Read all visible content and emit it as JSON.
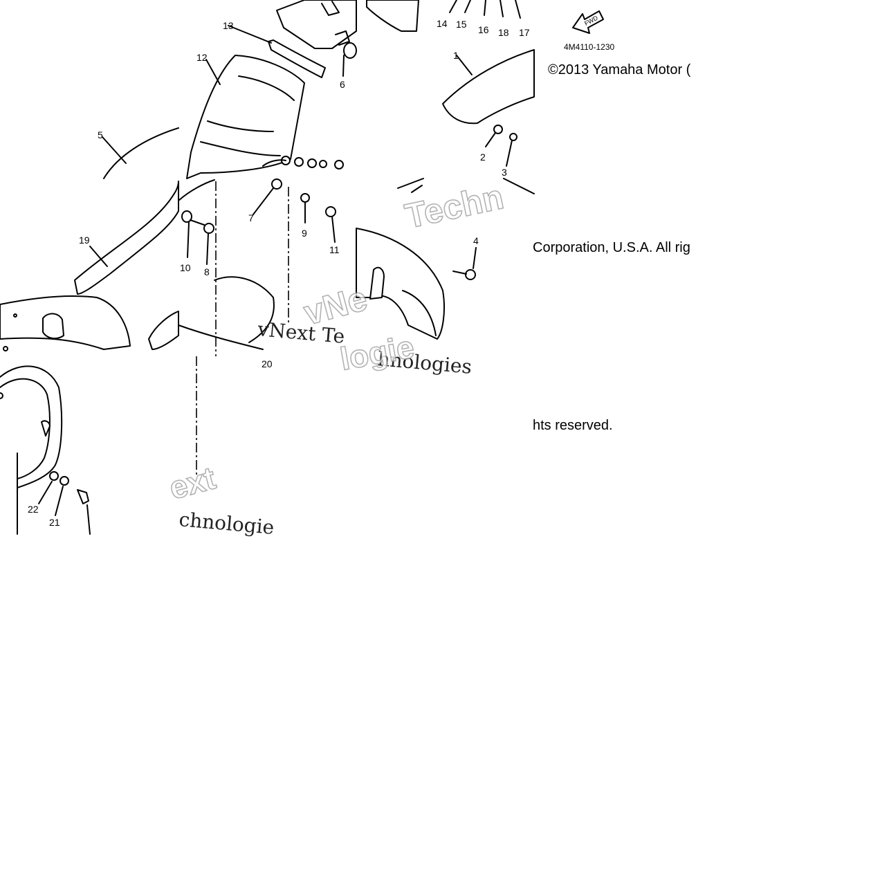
{
  "diagram": {
    "copyright_segments": [
      "©2013 Yamaha Motor (",
      "Corporation, U.S.A. All rig",
      "hts reserved."
    ],
    "diagram_code": "4M4110-1230",
    "fwd_label": "FWD",
    "watermark_segments": [
      "Techn",
      "vNe",
      "vNext Te",
      "hnologies",
      "ext",
      "chnologie",
      "logie"
    ],
    "callouts": [
      "1",
      "2",
      "3",
      "4",
      "5",
      "6",
      "7",
      "8",
      "9",
      "10",
      "11",
      "12",
      "13",
      "14",
      "15",
      "16",
      "17",
      "18",
      "19",
      "20",
      "21",
      "22"
    ],
    "colors": {
      "ink": "#000000",
      "paper": "#ffffff",
      "watermark_outline": "#9a9a9a"
    }
  }
}
